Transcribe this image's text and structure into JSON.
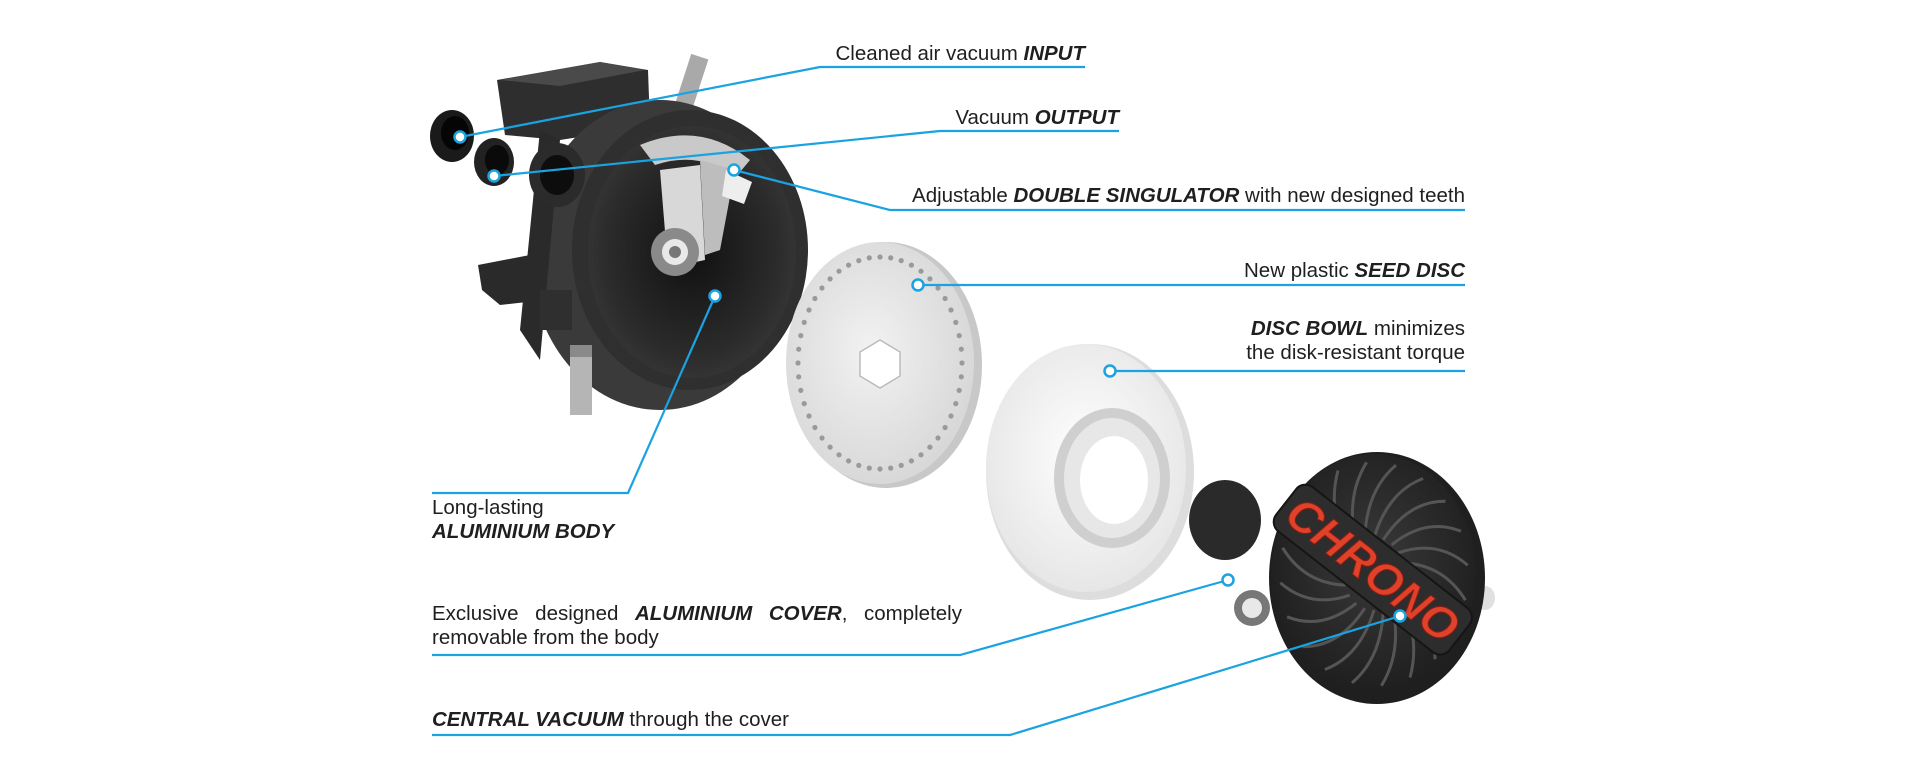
{
  "accent": "#1aa3e0",
  "part_colors": {
    "body": "#2a2a2a",
    "disc": "#e3e3e3",
    "bowl": "#f1f1f1",
    "cover": "#2b2b2b",
    "logo": "#e0412b"
  },
  "logo_text": "CHRONO",
  "callouts": {
    "input": {
      "text": "Cleaned air vacuum ",
      "bold": "INPUT"
    },
    "output": {
      "text": "Vacuum ",
      "bold": "OUTPUT"
    },
    "singulator": {
      "pre": "Adjustable ",
      "bold": "DOUBLE SINGULATOR",
      "post": " with new designed teeth"
    },
    "seed_disc": {
      "text": "New plastic ",
      "bold": "SEED DISC"
    },
    "disc_bowl": {
      "bold": "DISC BOWL",
      "line1_rest": " minimizes",
      "line2": "the disk-resistant torque"
    },
    "body": {
      "line1": "Long-lasting",
      "bold": "ALUMINIUM BODY"
    },
    "cover": {
      "pre": "Exclusive designed ",
      "bold": "ALUMINIUM COVER",
      "post": ", completely removable from the body"
    },
    "central": {
      "bold": "CENTRAL VACUUM",
      "post": " through the cover"
    }
  }
}
